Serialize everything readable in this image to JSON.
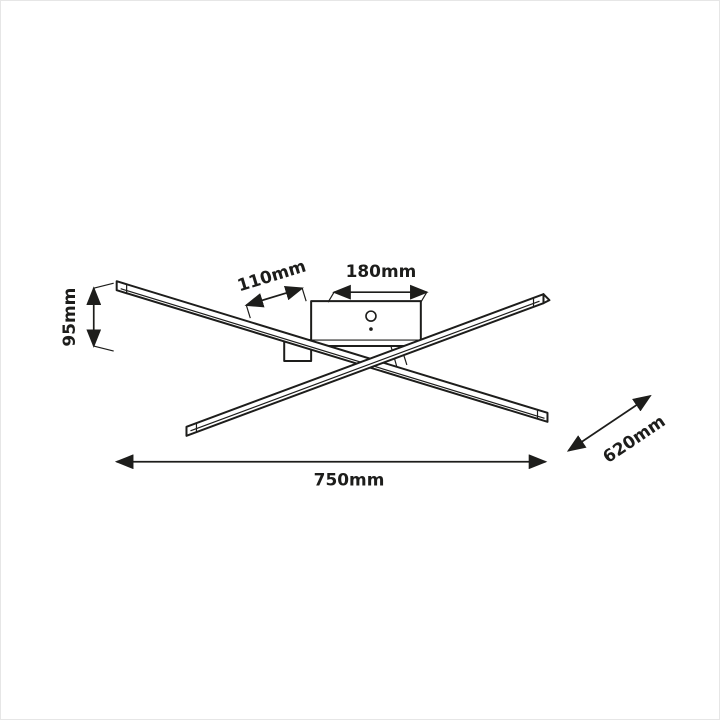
{
  "title": "Ceiling lamp technical dimension drawing",
  "colors": {
    "line": "#1d1d1b",
    "background": "#ffffff"
  },
  "dimensions": {
    "canopy_offset": "110mm",
    "canopy_width": "180mm",
    "height": "95mm",
    "overall_width": "750mm",
    "overall_depth": "620mm"
  }
}
